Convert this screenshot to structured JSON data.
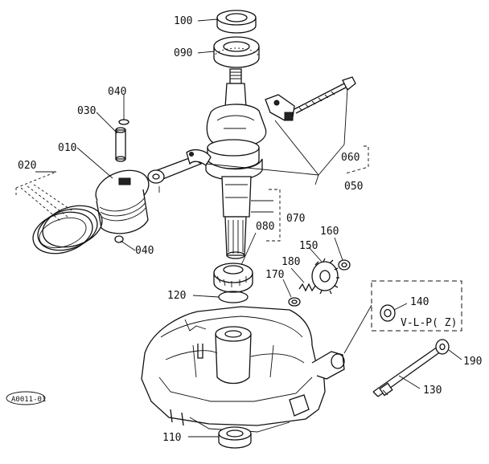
{
  "diagram": {
    "stamp": "A0011-01",
    "variant_note": "V-L-P( Z)",
    "callouts": [
      {
        "id": "100"
      },
      {
        "id": "090"
      },
      {
        "id": "040"
      },
      {
        "id": "030"
      },
      {
        "id": "010"
      },
      {
        "id": "020"
      },
      {
        "id": "060"
      },
      {
        "id": "050"
      },
      {
        "id": "070"
      },
      {
        "id": "080"
      },
      {
        "id": "160"
      },
      {
        "id": "150"
      },
      {
        "id": "180"
      },
      {
        "id": "170"
      },
      {
        "id": "120"
      },
      {
        "id": "140"
      },
      {
        "id": "190"
      },
      {
        "id": "130"
      },
      {
        "id": "110"
      },
      {
        "id": "040b",
        "text": "040"
      }
    ]
  }
}
